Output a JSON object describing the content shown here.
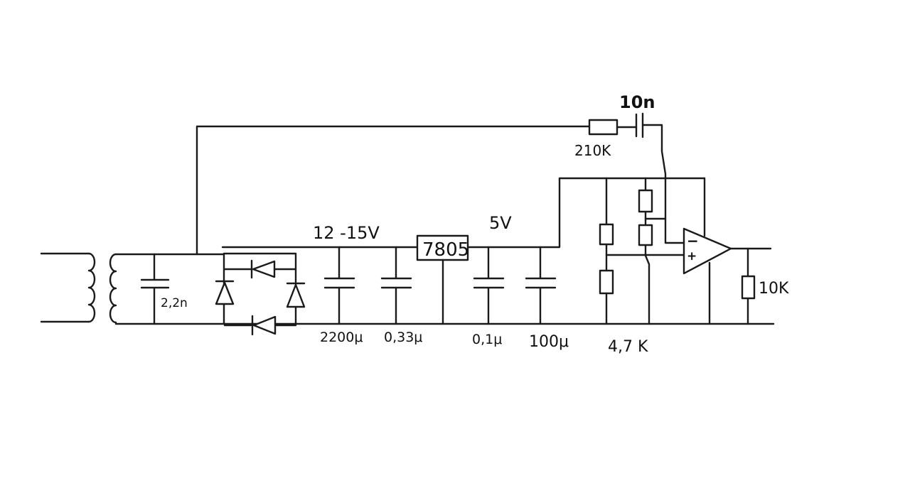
{
  "diagram": {
    "type": "circuit-schematic",
    "background": "#ffffff",
    "stroke_color": "#1a1a1a",
    "components": {
      "transformer": {},
      "capacitor_input": {
        "label": "2,2n"
      },
      "bridge_rectifier": {
        "diodes": 4
      },
      "voltage_in": {
        "label": "12 -15V"
      },
      "capacitor_bulk": {
        "label": "2200μ"
      },
      "capacitor_reg_in": {
        "label": "0,33μ"
      },
      "regulator": {
        "label": "7805"
      },
      "voltage_out": {
        "label": "5V"
      },
      "capacitor_reg_out": {
        "label": "0,1μ"
      },
      "capacitor_out": {
        "label": "100μ"
      },
      "divider_resistors": {
        "label": "4,7 K"
      },
      "feedback_resistor": {
        "label": "210K"
      },
      "feedback_capacitor": {
        "label": "10n"
      },
      "opamp": {
        "minus": "−",
        "plus": "+"
      },
      "load_resistor": {
        "label": "10K"
      }
    }
  }
}
